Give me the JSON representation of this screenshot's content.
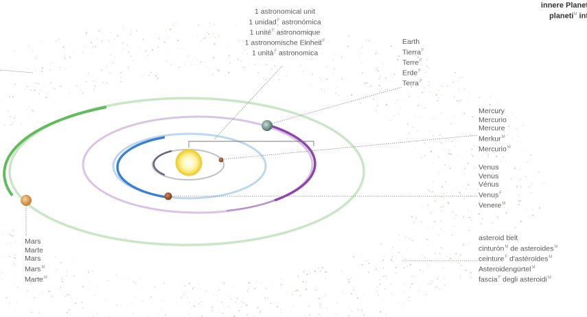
{
  "heading": {
    "line_de": "innere Planet",
    "line_it_prefix": "planeti",
    "line_it_gender": "M",
    "line_it_suffix": "int"
  },
  "labels": {
    "au": [
      {
        "text": "1 astronomical unit",
        "g": ""
      },
      {
        "pre": "1 unidad",
        "g": "F",
        "post": " astronómica"
      },
      {
        "pre": "1 unité",
        "g": "F",
        "post": " astronomique"
      },
      {
        "pre": "1 astronomische Einheit",
        "g": "F",
        "post": ""
      },
      {
        "pre": "1 unità",
        "g": "F",
        "post": " astronomica"
      }
    ],
    "earth": [
      {
        "pre": "Earth",
        "g": "",
        "post": ""
      },
      {
        "pre": "Tierra",
        "g": "F",
        "post": ""
      },
      {
        "pre": "Terre",
        "g": "F",
        "post": ""
      },
      {
        "pre": "Erde",
        "g": "F",
        "post": ""
      },
      {
        "pre": "Terra",
        "g": "F",
        "post": ""
      }
    ],
    "mercury": [
      {
        "pre": "Mercury",
        "g": "",
        "post": ""
      },
      {
        "pre": "Mercurio",
        "g": "",
        "post": ""
      },
      {
        "pre": "Mercure",
        "g": "",
        "post": ""
      },
      {
        "pre": "Merkur",
        "g": "M",
        "post": ""
      },
      {
        "pre": "Mercurio",
        "g": "M",
        "post": ""
      }
    ],
    "venus": [
      {
        "pre": "Venus",
        "g": "",
        "post": ""
      },
      {
        "pre": "Venus",
        "g": "",
        "post": ""
      },
      {
        "pre": "Vénus",
        "g": "",
        "post": ""
      },
      {
        "pre": "Venus",
        "g": "F",
        "post": ""
      },
      {
        "pre": "Venere",
        "g": "M",
        "post": ""
      }
    ],
    "belt": [
      {
        "pre": "asteroid belt",
        "g": "",
        "post": ""
      },
      {
        "pre": "cinturón",
        "g": "M",
        "post": " de asteroides",
        "g2": "M"
      },
      {
        "pre": "ceinture",
        "g": "F",
        "post": " d'astéroides",
        "g2": "M"
      },
      {
        "pre": "Asteroidengürtel",
        "g": "M",
        "post": ""
      },
      {
        "pre": "fascia",
        "g": "F",
        "post": " degli asteroidi",
        "g2": "M"
      }
    ],
    "mars": [
      {
        "pre": "Mars",
        "g": "",
        "post": ""
      },
      {
        "pre": "Marte",
        "g": "",
        "post": ""
      },
      {
        "pre": "Mars",
        "g": "",
        "post": ""
      },
      {
        "pre": "Mars",
        "g": "M",
        "post": ""
      },
      {
        "pre": "Marte",
        "g": "M",
        "post": ""
      }
    ]
  },
  "colors": {
    "mercury_orbit": "#7a7a9a",
    "venus_orbit": "#5b9bd5",
    "earth_orbit": "#9b59b6",
    "mars_orbit": "#5cb85c",
    "sun": "#f7e04a",
    "planet_brown": "#a0522d",
    "earth_planet": "#6b8e82",
    "mars_planet": "#d99a4e"
  }
}
